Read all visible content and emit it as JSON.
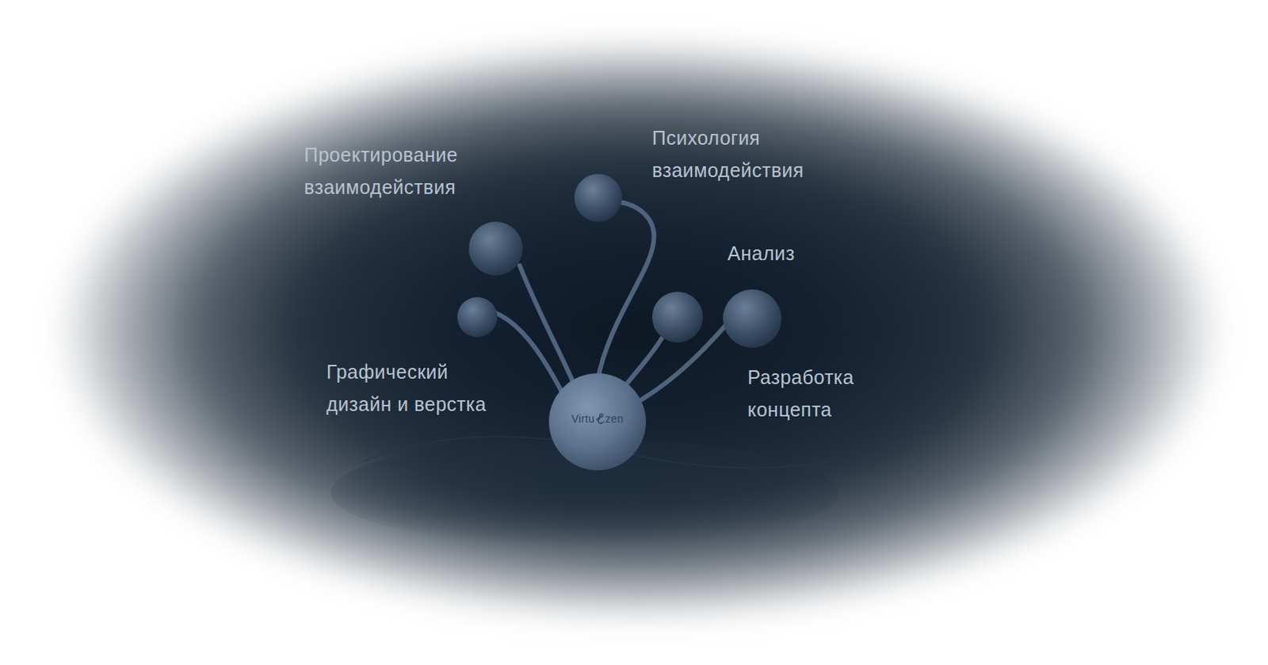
{
  "diagram": {
    "nodes": [
      {
        "text": [
          "Virtu",
          "zen"
        ]
      }
    ],
    "labels": [
      "Проектирование взаимодействия",
      "Психология взаимодействия",
      "Анализ",
      "Графический дизайн и верстка",
      "Разработка концепта"
    ]
  }
}
